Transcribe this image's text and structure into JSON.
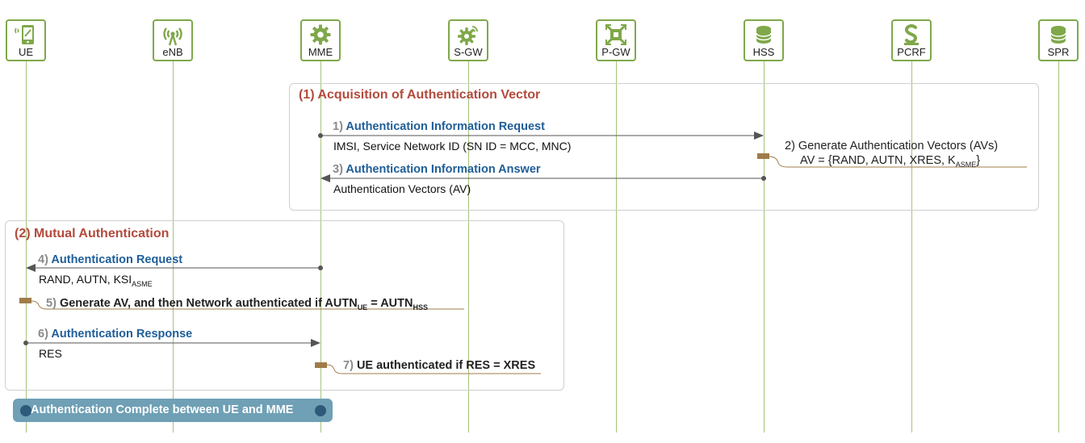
{
  "nodes": [
    {
      "label": "UE",
      "icon": "mobile-phone-icon"
    },
    {
      "label": "eNB",
      "icon": "radio-tower-icon"
    },
    {
      "label": "MME",
      "icon": "gear-icon"
    },
    {
      "label": "S-GW",
      "icon": "gear-wireless-icon"
    },
    {
      "label": "P-GW",
      "icon": "gateway-cross-icon"
    },
    {
      "label": "HSS",
      "icon": "database-icon"
    },
    {
      "label": "PCRF",
      "icon": "policy-s-icon"
    },
    {
      "label": "SPR",
      "icon": "database-icon"
    }
  ],
  "section1": {
    "title": "(1) Acquisition of Authentication Vector",
    "step1_num": "1)",
    "step1_label": "Authentication Information Request",
    "step1_sub": "IMSI, Service Network ID (SN ID = MCC, MNC)",
    "step2_line1": "2) Generate Authentication Vectors (AVs)",
    "step2_line2_a": "AV = {RAND, AUTN, XRES, K",
    "step2_line2_sub": "ASME",
    "step2_line2_b": "}",
    "step3_num": "3)",
    "step3_label": "Authentication Information Answer",
    "step3_sub": "Authentication Vectors (AV)"
  },
  "section2": {
    "title": "(2) Mutual Authentication",
    "step4_num": "4)",
    "step4_label": "Authentication Request",
    "step4_sub_a": "RAND, AUTN, KSI",
    "step4_sub_sub": "ASME",
    "step5_num": "5)",
    "step5_a": "Generate AV, and then Network authenticated if AUTN",
    "step5_sub1": "UE",
    "step5_b": " = AUTN",
    "step5_sub2": "HSS",
    "step6_num": "6)",
    "step6_label": "Authentication Response",
    "step6_sub": "RES",
    "step7_num": "7)",
    "step7_label": "UE authenticated if RES = XRES"
  },
  "banner": "Authentication Complete between UE and MME",
  "colors": {
    "lifeline": "#a7c27a",
    "node_border": "#7fa84a",
    "title": "#b34a3c",
    "message": "#1f5e99",
    "banner": "#6fa0b5",
    "process": "#a07c4a"
  }
}
